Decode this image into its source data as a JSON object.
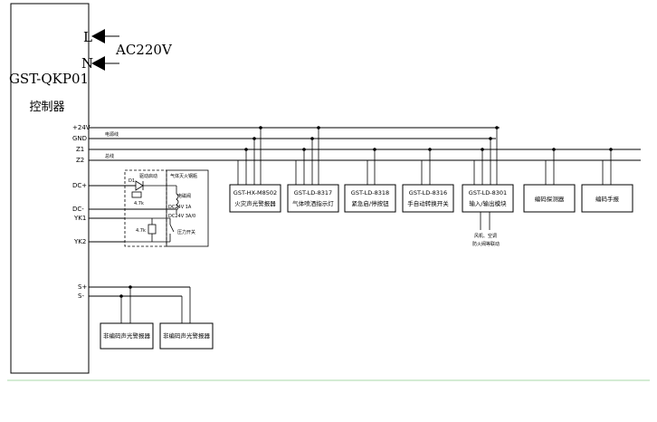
{
  "controller": {
    "model": "GST-QKP01",
    "name": "控制器"
  },
  "power": {
    "l": "L",
    "n": "N",
    "voltage": "AC220V"
  },
  "terminals": {
    "p24v": "+24V",
    "gnd": "GND",
    "z1": "Z1",
    "z2": "Z2",
    "dcp": "DC+",
    "dcm": "DC-",
    "yk1": "YK1",
    "yk2": "YK2",
    "sp": "S+",
    "sm": "S-"
  },
  "bus_labels": {
    "power_line": "电源线",
    "bus_line": "总线"
  },
  "valve": {
    "left_title": "驱动启动",
    "right_title": "气体灭火钢瓶",
    "solenoid": "电磁阀",
    "pressure_switch": "压力开关",
    "r_label_1": "4.7k",
    "r_label_2": "4.7k",
    "small_label_1": "DC24V 1A",
    "small_label_2": "DC24V 3A/0",
    "small_label_3": "D1"
  },
  "devices": [
    {
      "model": "GST-HX-M8502",
      "name": "火灾声光警报器"
    },
    {
      "model": "GST-LD-8317",
      "name": "气体喷洒指示灯"
    },
    {
      "model": "GST-LD-8318",
      "name": "紧急启/停按钮"
    },
    {
      "model": "GST-LD-8316",
      "name": "手自动转换开关"
    },
    {
      "model": "GST-LD-8301",
      "name": "输入/输出模块"
    },
    {
      "model": "",
      "name": "编码探测器"
    },
    {
      "model": "",
      "name": "编码手报"
    }
  ],
  "io_note": {
    "line1": "风机、空调",
    "line2": "防火阀等联动"
  },
  "extra_devices": [
    {
      "name": "非编码声光警报器"
    },
    {
      "name": "非编码声光警报器"
    }
  ]
}
